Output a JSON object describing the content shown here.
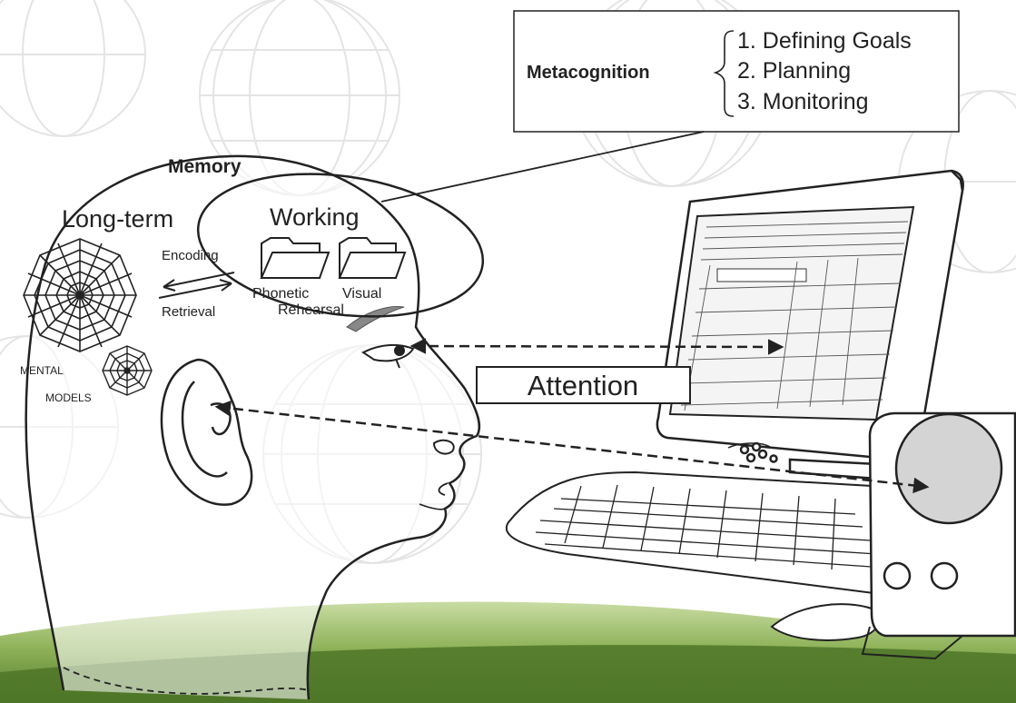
{
  "metacognition": {
    "title": "Metacognition",
    "items": [
      "1. Defining Goals",
      "2. Planning",
      "3. Monitoring"
    ]
  },
  "memory": {
    "title": "Memory",
    "long_term_label": "Long-term",
    "working_label": "Working",
    "encoding_label": "Encoding",
    "retrieval_label": "Retrieval",
    "phonetic_label": "Phonetic",
    "visual_label": "Visual",
    "rehearsal_label": "Rehearsal",
    "mental_label": "MENTAL",
    "models_label": "MODELS"
  },
  "attention_label": "Attention",
  "icons": {
    "head": "head-outline-icon",
    "ear": "ear-icon",
    "eye": "eye-icon",
    "monitor": "computer-monitor-icon",
    "keyboard": "keyboard-icon",
    "speaker": "speaker-icon",
    "folder": "folder-icon",
    "web": "spider-web-icon",
    "globe": "globe-watermark-icon"
  },
  "colors": {
    "line": "#222222",
    "grass_dark": "#4f7a2a",
    "grass_light": "#9fbf6a",
    "watermark": "#e6e6e6",
    "speaker_cone": "#d4d4d4",
    "screen": "#f4f4f4"
  }
}
